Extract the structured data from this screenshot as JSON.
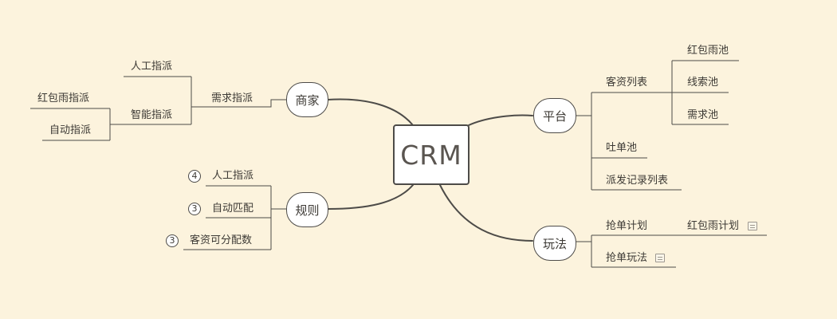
{
  "central": "CRM",
  "branches": {
    "merchant": {
      "label": "商家",
      "demand": "需求指派",
      "manual": "人工指派",
      "smart": "智能指派",
      "red_packet": "红包雨指派",
      "auto": "自动指派"
    },
    "rules": {
      "label": "规则",
      "manual": {
        "label": "人工指派",
        "priority": "4"
      },
      "auto_match": {
        "label": "自动匹配",
        "priority": "3"
      },
      "assignable": {
        "label": "客资可分配数",
        "priority": "3"
      }
    },
    "platform": {
      "label": "平台",
      "client_list": "客资列表",
      "red_pool": "红包雨池",
      "lead_pool": "线索池",
      "demand_pool": "需求池",
      "spit_pool": "吐单池",
      "dispatch_log": "派发记录列表"
    },
    "gameplay": {
      "label": "玩法",
      "grab_plan": "抢单计划",
      "red_plan": "红包雨计划",
      "grab_play": "抢单玩法"
    }
  },
  "colors": {
    "background": "#fcf3dd",
    "line": "#4d4b48",
    "node_fill": "#ffffff"
  }
}
